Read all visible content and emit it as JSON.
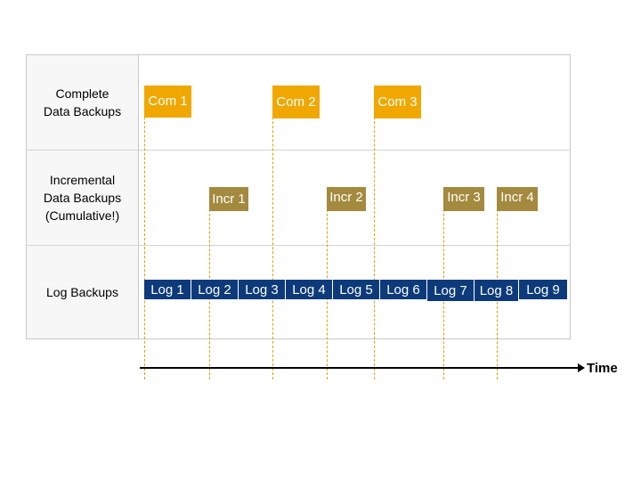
{
  "rows": [
    {
      "label": "Complete\nData Backups"
    },
    {
      "label": "Incremental\nData Backups\n(Cumulative!)"
    },
    {
      "label": "Log Backups"
    }
  ],
  "complete_backups": [
    "Com 1",
    "Com 2",
    "Com 3"
  ],
  "incremental_backups": [
    "Incr 1",
    "Incr 2",
    "Incr 3",
    "Incr 4"
  ],
  "log_backups": [
    "Log 1",
    "Log 2",
    "Log 3",
    "Log 4",
    "Log 5",
    "Log 6",
    "Log 7",
    "Log 8",
    "Log 9"
  ],
  "axis": {
    "label": "Time"
  },
  "colors": {
    "complete": "#f0a800",
    "incremental": "#a48a3e",
    "log": "#0d3a7a",
    "guide_line": "#e0a000"
  }
}
